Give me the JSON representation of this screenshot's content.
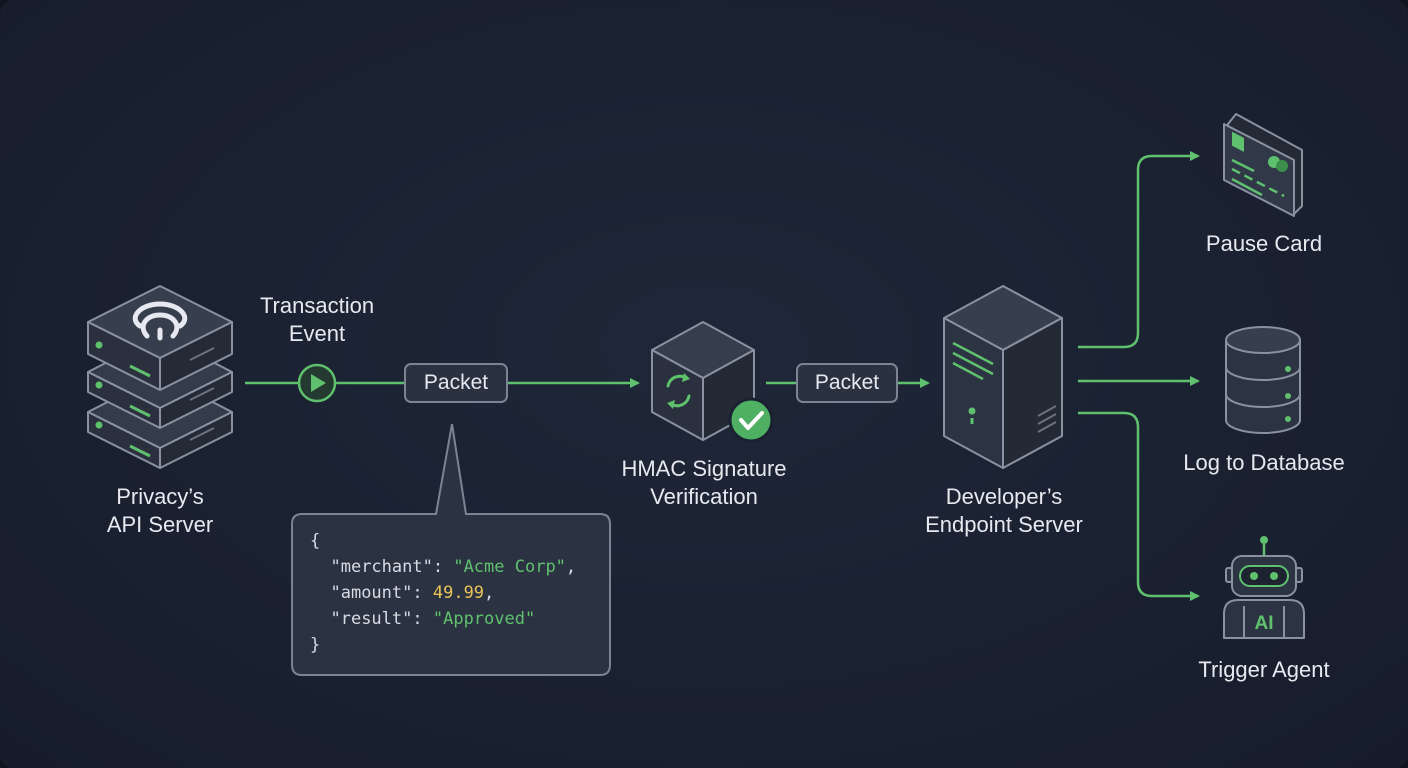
{
  "nodes": {
    "api_server": {
      "line1": "Privacy’s",
      "line2": "API Server"
    },
    "transaction_event": {
      "line1": "Transaction",
      "line2": "Event"
    },
    "hmac": {
      "line1": "HMAC Signature",
      "line2": "Verification"
    },
    "endpoint": {
      "line1": "Developer’s",
      "line2": "Endpoint Server"
    },
    "pause_card": {
      "label": "Pause Card"
    },
    "log_db": {
      "label": "Log to Database"
    },
    "trigger_agent": {
      "label": "Trigger Agent",
      "badge": "AI"
    }
  },
  "packets": {
    "first": "Packet",
    "second": "Packet"
  },
  "payload": {
    "open": "{",
    "close": "}",
    "merchant_key": "\"merchant\"",
    "merchant_value": "\"Acme Corp\"",
    "amount_key": "\"amount\"",
    "amount_value": "49.99",
    "result_key": "\"result\"",
    "result_value": "\"Approved\""
  },
  "colors": {
    "accent_green": "#5fc16e",
    "icon_stroke": "#8a92a2",
    "icon_fill": "#2c3342",
    "background": "#1a2131",
    "number_yellow": "#e8c35a"
  }
}
